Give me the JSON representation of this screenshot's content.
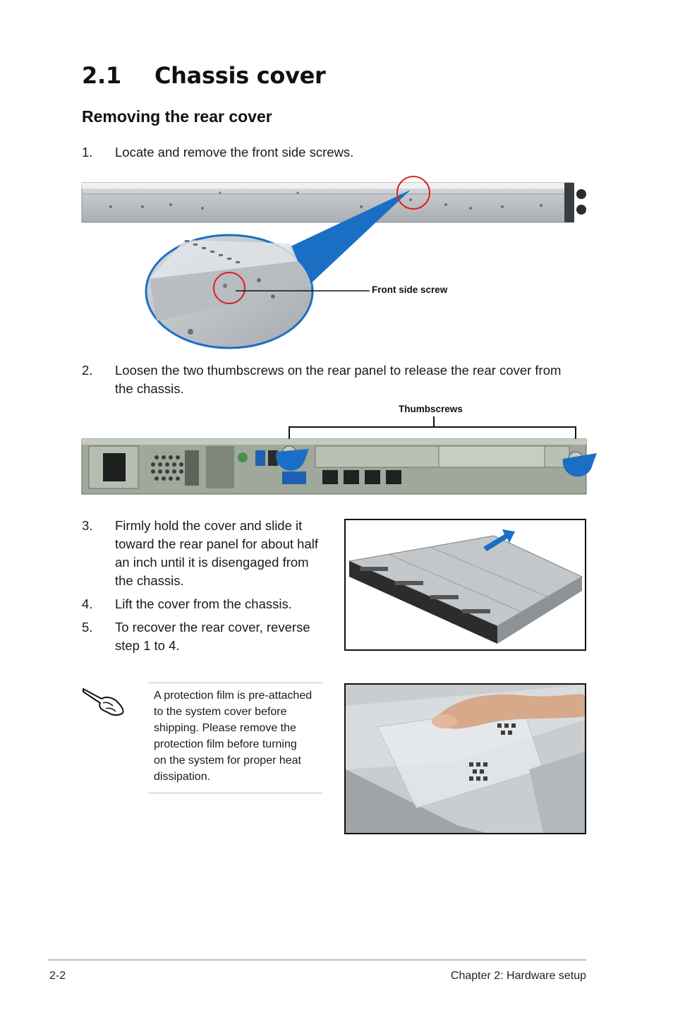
{
  "section": {
    "number": "2.1",
    "title": "Chassis cover"
  },
  "subsection": "Removing the rear cover",
  "steps": [
    {
      "num": "1.",
      "text": "Locate and remove the front side screws."
    },
    {
      "num": "2.",
      "text_line1": "Loosen the two thumbscrews on the rear panel to release the rear cover from",
      "text_line2": "the chassis."
    },
    {
      "num": "3.",
      "lines": [
        "Firmly hold the cover and slide it",
        "toward the rear panel for about half",
        "an inch until it is disengaged from",
        "the chassis."
      ]
    },
    {
      "num": "4.",
      "text": "Lift the cover from the chassis."
    },
    {
      "num": "5.",
      "lines": [
        "To recover the rear cover, reverse",
        "step 1 to 4."
      ]
    }
  ],
  "callouts": {
    "front_side_screw": "Front side screw",
    "thumbscrews": "Thumbscrews"
  },
  "note": {
    "icon": "hand-pointing-icon",
    "lines": [
      "A protection film is pre-attached",
      "to the system cover before",
      "shipping. Please remove the",
      "protection film before turning",
      "on the system for proper heat",
      "dissipation."
    ]
  },
  "footer": {
    "page": "2-2",
    "chapter": "Chapter 2:  Hardware setup"
  },
  "colors": {
    "accent_blue": "#1a6fc4",
    "highlight_red": "#e02020",
    "metal": "#c9cdd0"
  }
}
